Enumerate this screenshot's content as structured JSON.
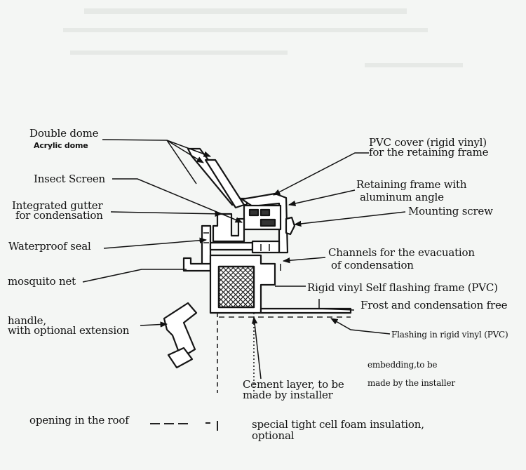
{
  "labels": {
    "double_dome": "Double dome",
    "acrylic_dome": "Acrylic dome",
    "insect_screen": "Insect Screen",
    "integrated_gutter_1": "Integrated gutter",
    "integrated_gutter_2": "for condensation",
    "waterproof_seal": "Waterproof seal",
    "mosquito_net": "mosquito net",
    "handle_1": "handle,",
    "handle_2": "with optional extension",
    "opening_roof": "opening in the roof",
    "pvc_cover_1": "PVC cover (rigid vinyl)",
    "pvc_cover_2": "for the retaining frame",
    "retaining_frame_1": "Retaining frame with",
    "retaining_frame_2": "aluminum angle",
    "mounting_screw": "Mounting screw",
    "channels_1": "Channels for the evacuation",
    "channels_2": "of condensation",
    "rigid_vinyl": "Rigid vinyl Self flashing frame (PVC)",
    "frost_free": "Frost and condensation free",
    "flashing": "Flashing in rigid vinyl (PVC)",
    "embedding_1": "embedding,to be",
    "embedding_2": "made by the installer",
    "cement_1": "Cement layer, to be",
    "cement_2": "made by installer",
    "foam_1": "special tight cell foam insulation,",
    "foam_2": "optional"
  }
}
